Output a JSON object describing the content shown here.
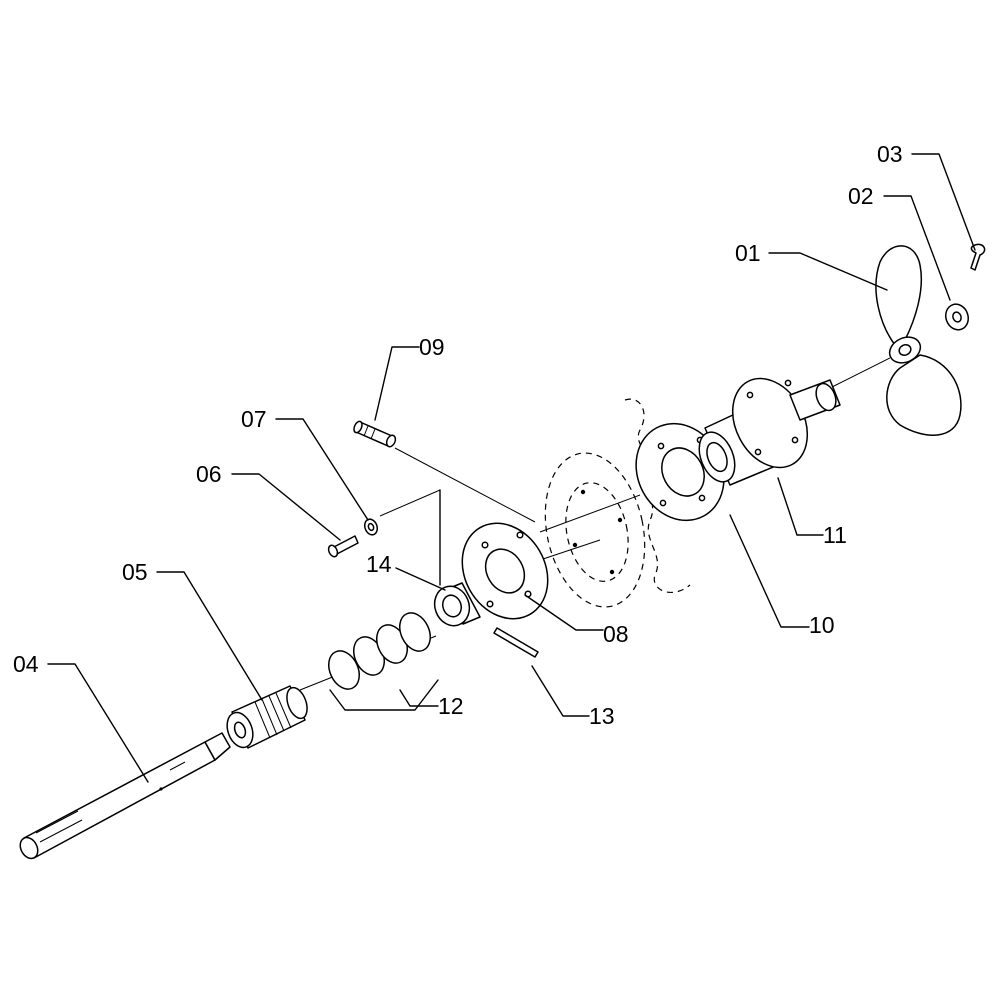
{
  "callouts": {
    "c01": "01",
    "c02": "02",
    "c03": "03",
    "c04": "04",
    "c05": "05",
    "c06": "06",
    "c07": "07",
    "c08": "08",
    "c09": "09",
    "c10": "10",
    "c11": "11",
    "c12": "12",
    "c13": "13",
    "c14": "14"
  }
}
